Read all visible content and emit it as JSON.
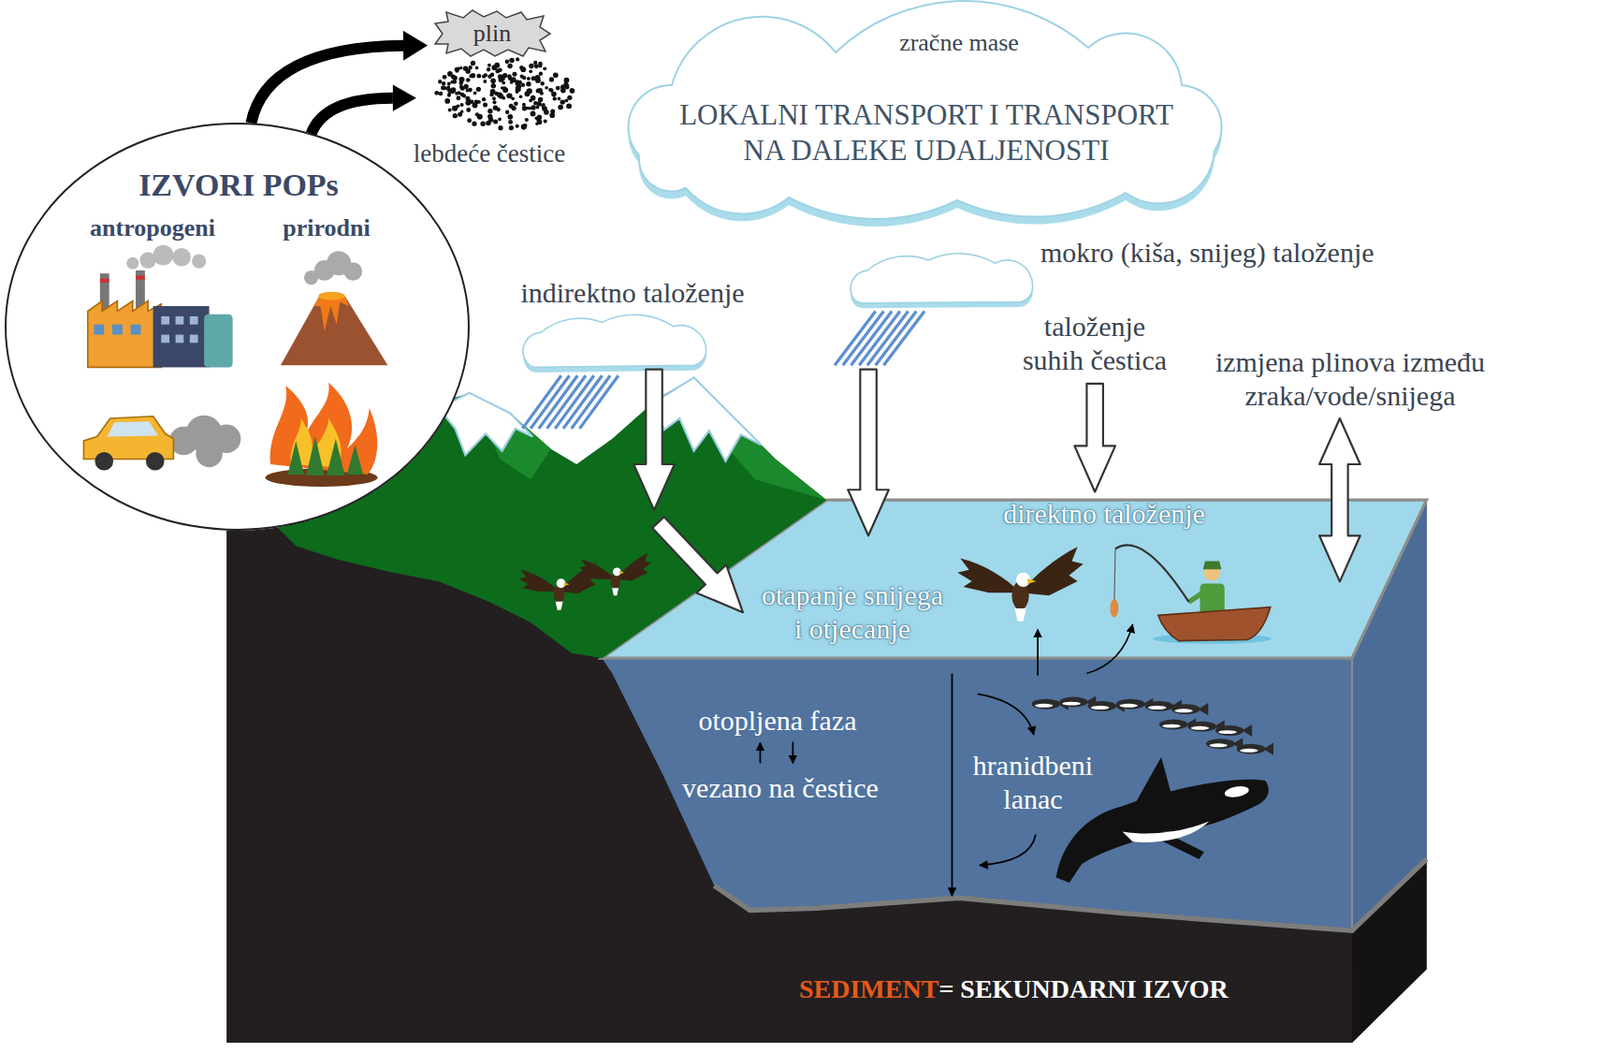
{
  "diagram": {
    "nodes": [
      {
        "text": [
          "IZVORI POPs",
          "antropogeni",
          "prirodni"
        ]
      },
      {
        "text": [
          "plin"
        ]
      },
      {
        "text": [
          "zračne mase",
          "LOKALNI TRANSPORT I TRANSPORT NA DALEKE UDALJENOSTI"
        ]
      }
    ],
    "edges": [
      {
        "from": 0,
        "to": 1,
        "arrow": "to"
      }
    ],
    "labels": [
      "lebdeće čestice",
      "indirektno taloženje",
      "mokro (kiša, snijeg) taloženje",
      "taloženje suhih čestica",
      "izmjena plinova između zraka/vode/snijega",
      "direktno taloženje",
      "otapanje snijega i otjecanje",
      "otopljena faza",
      "vezano na čestice",
      "hranidbeni lanac",
      "SEDIMENT",
      "= SEKUNDARNI IZVOR"
    ]
  }
}
